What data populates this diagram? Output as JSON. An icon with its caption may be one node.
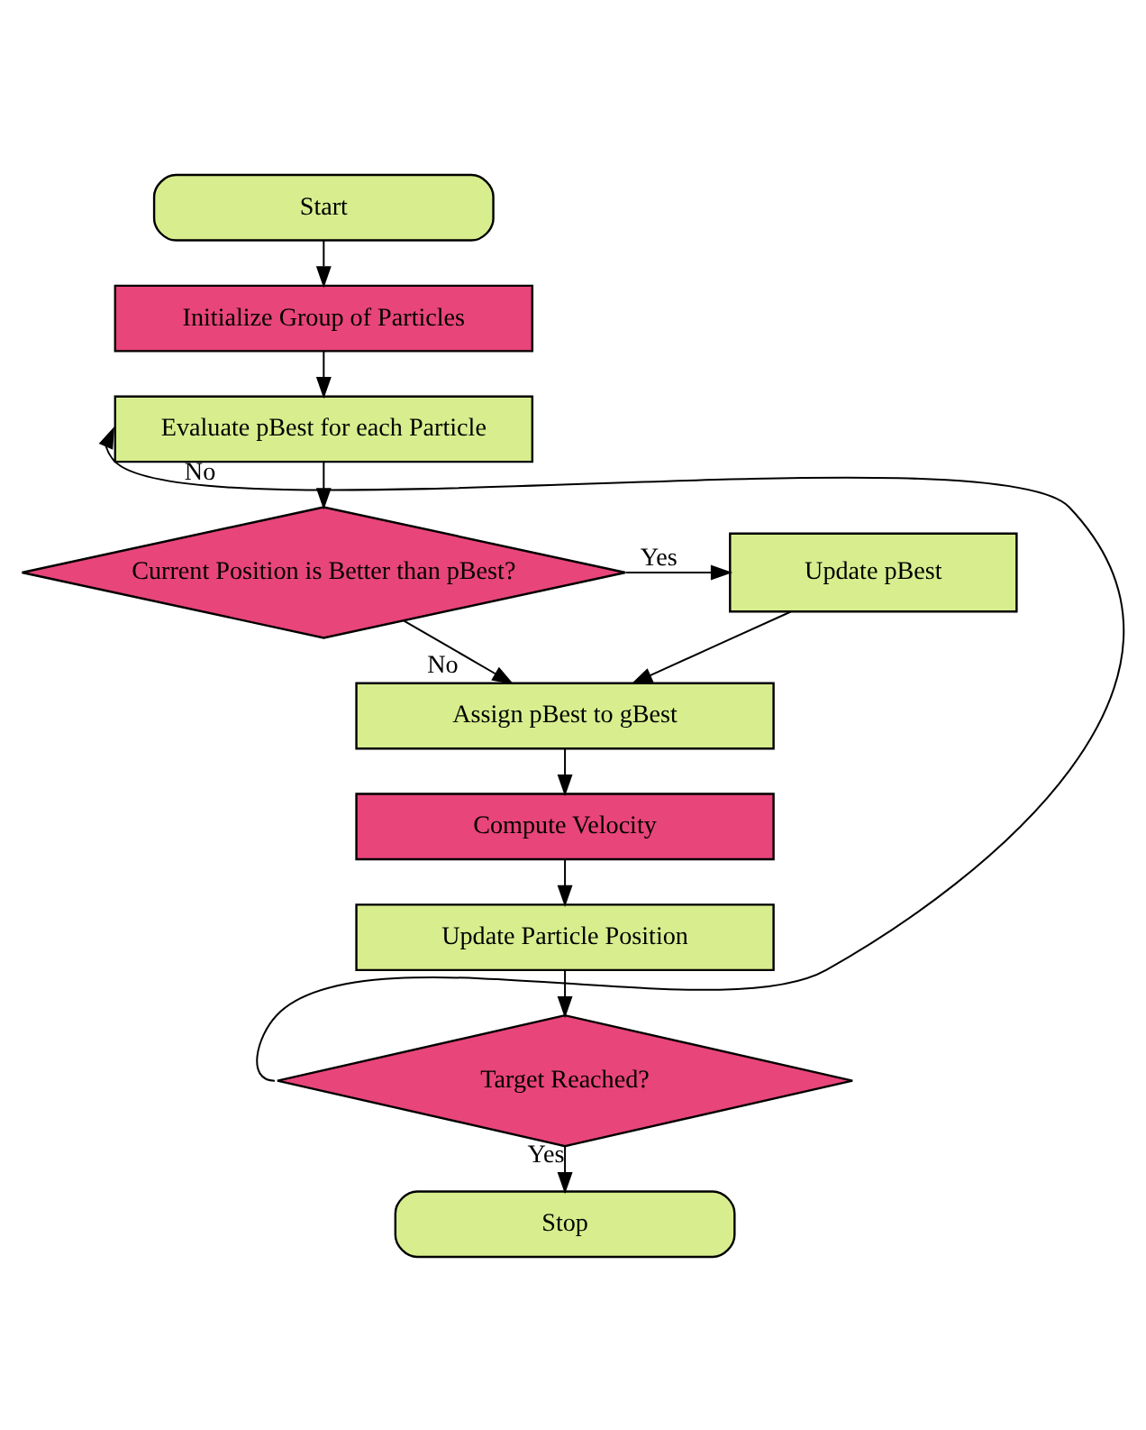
{
  "diagram": {
    "nodes": [
      {
        "text": [
          "Start"
        ]
      },
      {
        "text": [
          "Initialize Group of Particles"
        ]
      },
      {
        "text": [
          "Evaluate pBest for each Particle"
        ]
      },
      {
        "text": [
          "Current Position is Better than pBest?"
        ]
      },
      {
        "text": [
          "Update pBest"
        ]
      },
      {
        "text": [
          "Assign pBest to gBest"
        ]
      },
      {
        "text": [
          "Compute Velocity"
        ]
      },
      {
        "text": [
          "Update Particle Position"
        ]
      },
      {
        "text": [
          "Target Reached?"
        ]
      },
      {
        "text": [
          "Stop"
        ]
      }
    ],
    "edges": [
      {
        "from": 0,
        "to": 1,
        "arrow": "to"
      },
      {
        "from": 1,
        "to": 2,
        "arrow": "to"
      },
      {
        "from": 2,
        "to": 3,
        "arrow": "to"
      },
      {
        "from": 3,
        "to": 4,
        "arrow": "to",
        "label": "Yes"
      },
      {
        "from": 3,
        "to": 5,
        "arrow": "to",
        "label": "No"
      },
      {
        "from": 4,
        "to": 5,
        "arrow": "to"
      },
      {
        "from": 5,
        "to": 6,
        "arrow": "to"
      },
      {
        "from": 6,
        "to": 7,
        "arrow": "to"
      },
      {
        "from": 7,
        "to": 8,
        "arrow": "to"
      },
      {
        "from": 8,
        "to": 2,
        "arrow": "to",
        "label": "No"
      },
      {
        "from": 8,
        "to": 9,
        "arrow": "to",
        "label": "Yes"
      }
    ]
  }
}
